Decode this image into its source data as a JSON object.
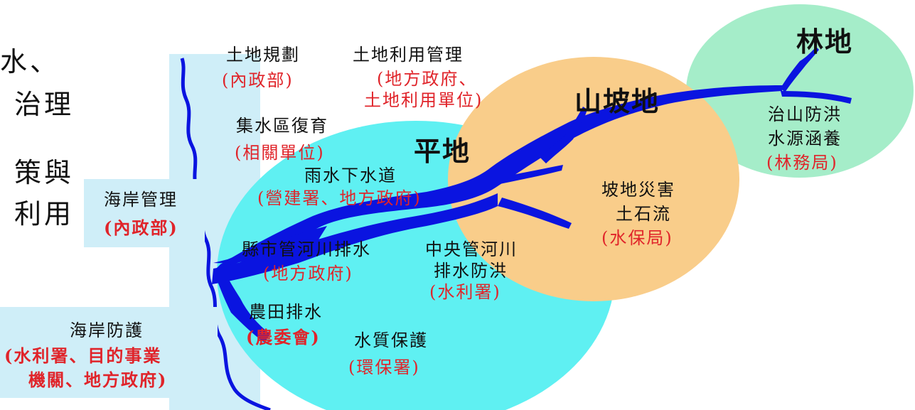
{
  "left_partial_lines": [
    "水、",
    "治理",
    "策與",
    "利用"
  ],
  "zones": {
    "plain": "平地",
    "slope": "山坡地",
    "forest": "林地"
  },
  "labels": {
    "land_planning": {
      "title": "土地規劃",
      "agency": "(內政部)"
    },
    "land_use_mgmt": {
      "title": "土地利用管理",
      "agency_line1": "(地方政府、",
      "agency_line2": "土地利用單位)"
    },
    "catchment": {
      "title": "集水區復育",
      "agency": "(相關單位)"
    },
    "storm_sewer": {
      "title": "雨水下水道",
      "agency": "(營建署、地方政府)"
    },
    "coast_mgmt": {
      "title": "海岸管理",
      "agency": "(內政部)"
    },
    "county_river": {
      "title": "縣市管河川排水",
      "agency": "(地方政府)"
    },
    "central_river": {
      "title_line1": "中央管河川",
      "title_line2": "排水防洪",
      "agency": "(水利署)"
    },
    "farm_drainage": {
      "title": "農田排水",
      "agency": "(農委會)"
    },
    "water_quality": {
      "title": "水質保護",
      "agency": "(環保署)"
    },
    "coast_protect": {
      "title": "海岸防護",
      "agency_line1": "(水利署、目的事業",
      "agency_line2": "機關、地方政府)"
    },
    "slope_hazard": {
      "title_line1": "坡地災害",
      "title_line2": "土石流",
      "agency": "(水保局)"
    },
    "forest_flood": {
      "title_line1": "治山防洪",
      "title_line2": "水源涵養",
      "agency": "(林務局)"
    }
  },
  "colors": {
    "plain_zone": "#5ff0f2",
    "slope_zone": "#f9cd8a",
    "forest_zone": "#a5edc9",
    "coast_strip": "#cfeef8",
    "river": "#0a14e0",
    "agency_text": "#e0242a"
  }
}
